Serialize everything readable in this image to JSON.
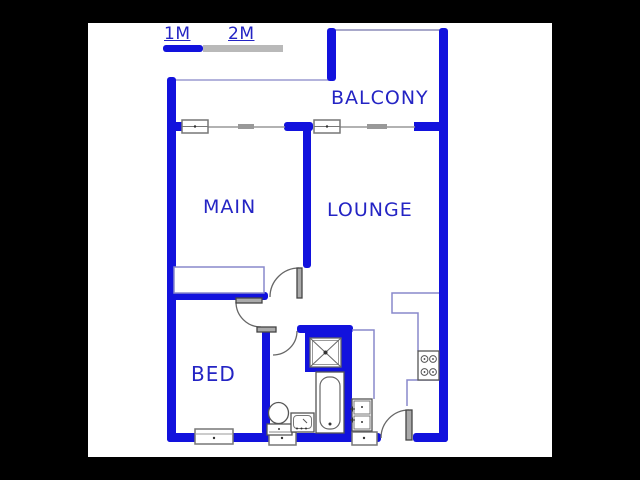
{
  "scale_bar": {
    "mark_1": "1M",
    "mark_2": "2M",
    "segment_1_color": "#1212dd",
    "segment_2_color": "#b9b9b9"
  },
  "rooms": {
    "balcony": "BALCONY",
    "main": "MAIN",
    "lounge": "LOUNGE",
    "bed": "BED"
  },
  "colors": {
    "background": "#000000",
    "floor": "#ffffff",
    "wall": "#1212dd",
    "label_text": "#2424c4",
    "counter_outline": "#8888cc",
    "fixture_outline": "#555555",
    "door_arc": "#666666",
    "window_frame": "#777777"
  },
  "fixtures": [
    "shower",
    "bathtub",
    "toilet",
    "basin",
    "stove",
    "laundry-cupboard",
    "built-in-cupboard",
    "kitchen-counter"
  ],
  "doors": [
    "main-bedroom-door",
    "bed-room-door",
    "bathroom-door",
    "entrance-door"
  ],
  "windows_count": 5
}
